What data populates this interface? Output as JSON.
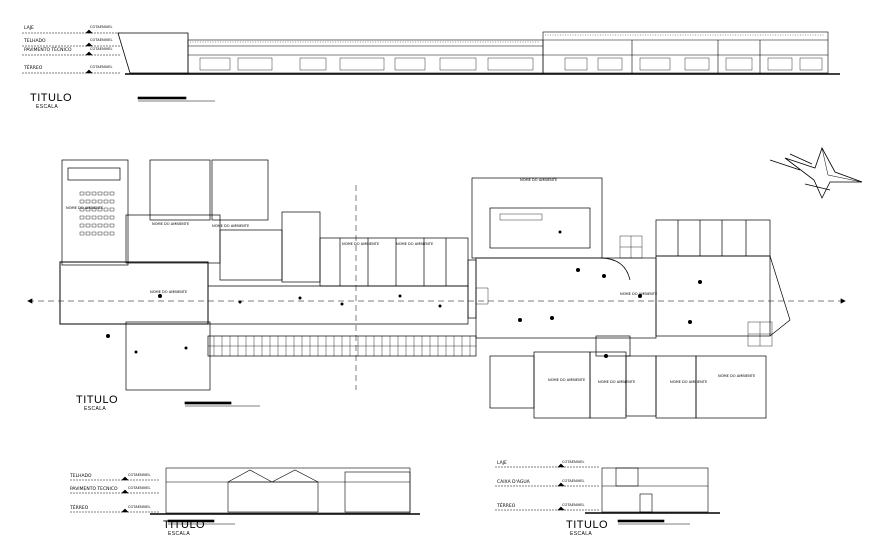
{
  "top_elevation": {
    "levels": [
      "LAJE",
      "TELHADO",
      "PAVIMENTO TÉCNICO",
      "TÉRREO"
    ],
    "level_tag": "COTAENIVEL",
    "title": "TITULO",
    "scale": "ESCALA"
  },
  "plan": {
    "title": "TITULO",
    "scale": "ESCALA",
    "room_tag": "NOME DO AMBIENTE"
  },
  "elevation_bottom_left": {
    "levels": [
      "TELHADO",
      "PAVIMENTO TECNICO",
      "TÉRREO"
    ],
    "level_tag": "COTAENIVEL",
    "title": "TITULO",
    "scale": "ESCALA"
  },
  "elevation_bottom_right": {
    "levels": [
      "LAJE",
      "CAIXA D'AGUA",
      "TÉRREO"
    ],
    "level_tag": "COTAENIVEL",
    "title": "TITULO",
    "scale": "ESCALA"
  },
  "colors": {
    "line": "#000000",
    "accent": "#6a3fb0",
    "background": "#ffffff"
  }
}
